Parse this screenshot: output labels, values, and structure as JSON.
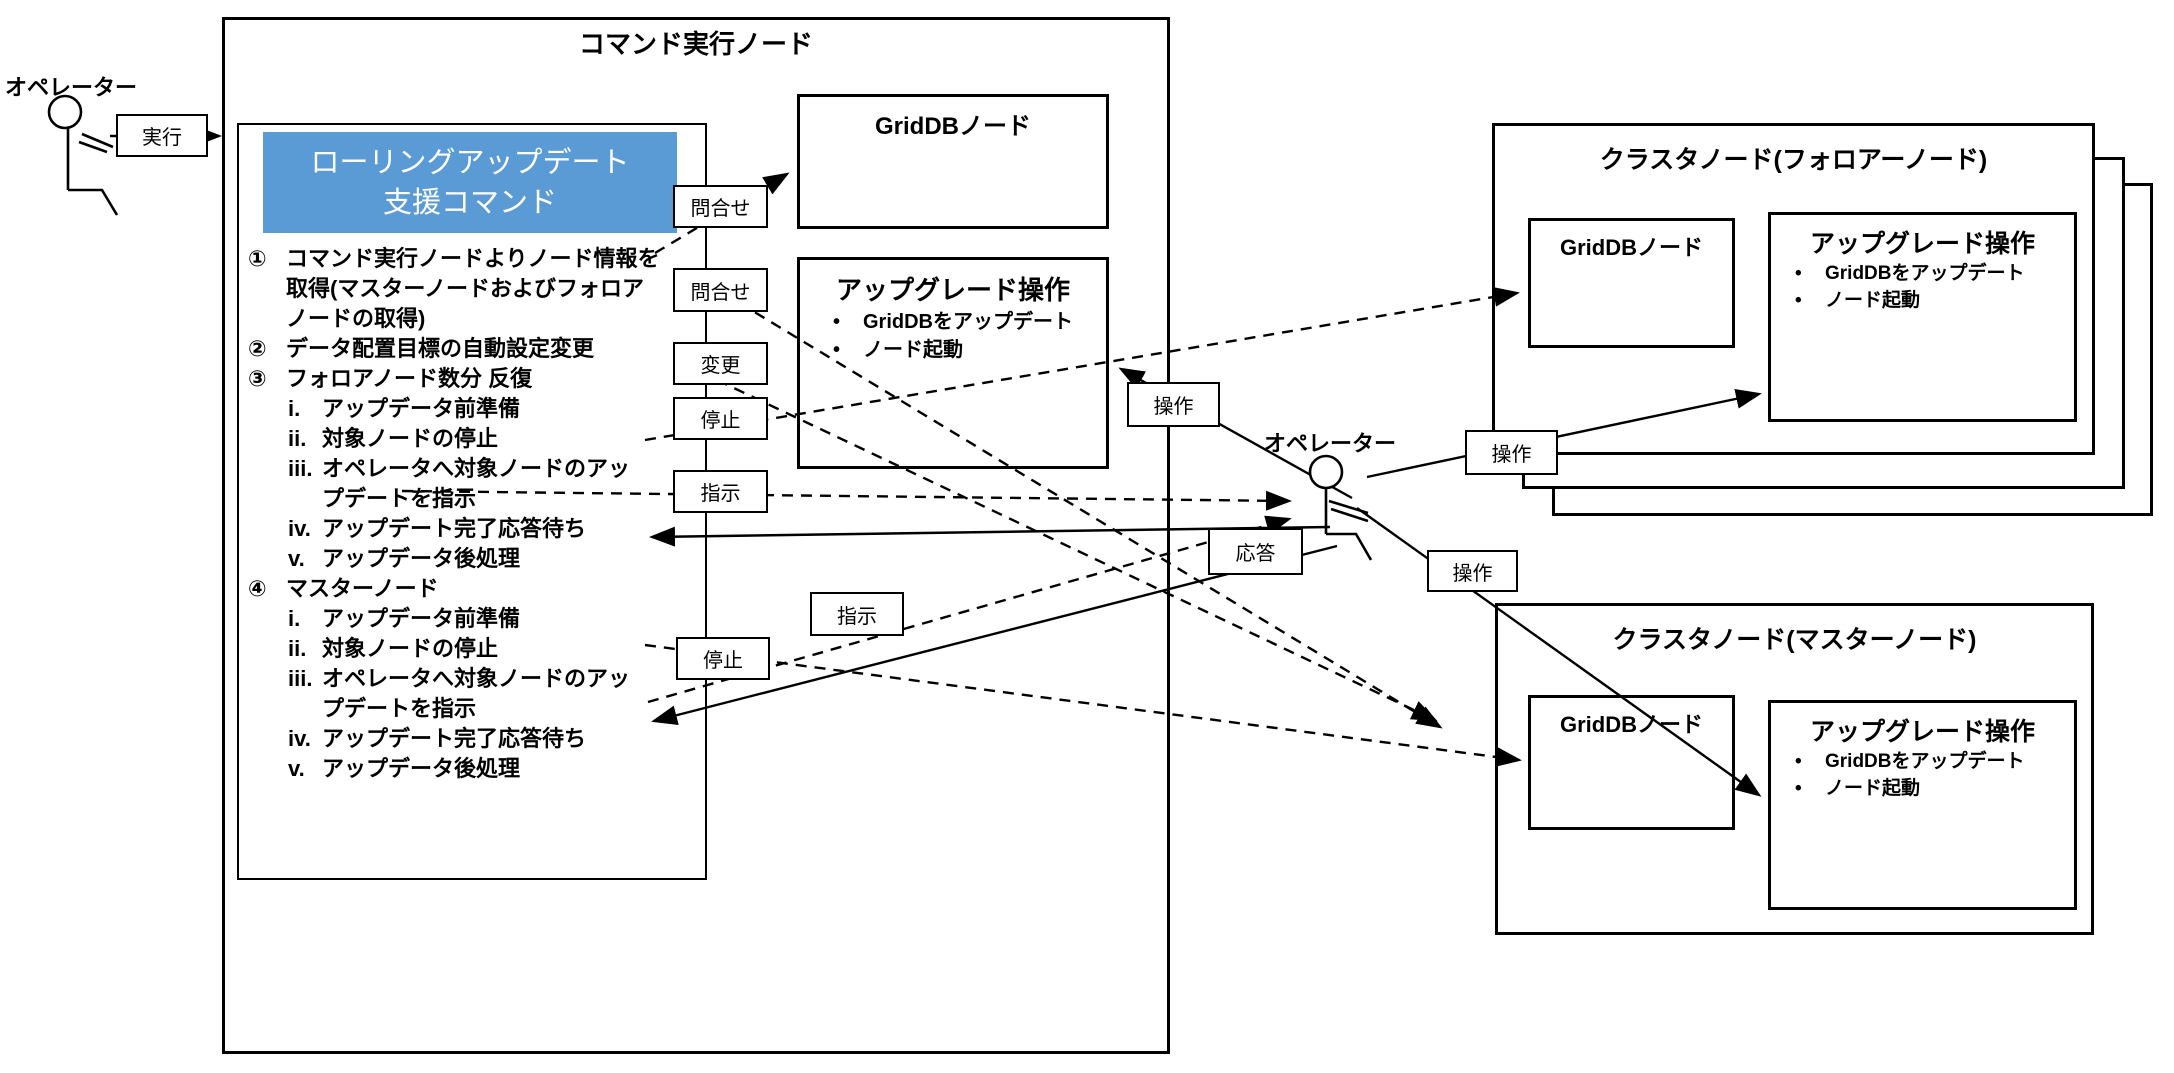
{
  "colors": {
    "accent_blue": "#5B9BD5",
    "line": "#000000"
  },
  "operator": {
    "label": "オペレーター"
  },
  "command_node": {
    "title": "コマンド実行ノード",
    "command_box": {
      "line1": "ローリングアップデート",
      "line2": "支援コマンド"
    },
    "steps": [
      {
        "marker": "①",
        "level": 0,
        "text": "コマンド実行ノードよりノード情報を\n取得(マスターノードおよびフォロア\nノードの取得)"
      },
      {
        "marker": "②",
        "level": 0,
        "text": "データ配置目標の自動設定変更"
      },
      {
        "marker": "③",
        "level": 0,
        "text": "フォロアノード数分 反復"
      },
      {
        "marker": "i.",
        "level": 1,
        "text": "アップデータ前準備"
      },
      {
        "marker": "ii.",
        "level": 1,
        "text": "対象ノードの停止"
      },
      {
        "marker": "iii.",
        "level": 1,
        "text": "オペレータへ対象ノードのアッ\nプデートを指示"
      },
      {
        "marker": "iv.",
        "level": 1,
        "text": "アップデート完了応答待ち"
      },
      {
        "marker": "v.",
        "level": 1,
        "text": "アップデータ後処理"
      },
      {
        "marker": "④",
        "level": 0,
        "text": "マスターノード"
      },
      {
        "marker": "i.",
        "level": 1,
        "text": "アップデータ前準備"
      },
      {
        "marker": "ii.",
        "level": 1,
        "text": "対象ノードの停止"
      },
      {
        "marker": "iii.",
        "level": 1,
        "text": "オペレータへ対象ノードのアッ\nプデートを指示"
      },
      {
        "marker": "iv.",
        "level": 1,
        "text": "アップデート完了応答待ち"
      },
      {
        "marker": "v.",
        "level": 1,
        "text": "アップデータ後処理"
      }
    ]
  },
  "griddb_node_label": "GridDBノード",
  "upgrade_box": {
    "title": "アップグレード操作",
    "bullet_char": "•",
    "bullets": [
      "GridDBをアップデート",
      "ノード起動"
    ]
  },
  "clusters": {
    "follower_title": "クラスタノード(フォロアーノード)",
    "master_title": "クラスタノード(マスターノード)"
  },
  "connector_labels": {
    "execute": "実行",
    "query": "問合せ",
    "change": "変更",
    "stop": "停止",
    "instruct": "指示",
    "operate": "操作",
    "response": "応答"
  }
}
